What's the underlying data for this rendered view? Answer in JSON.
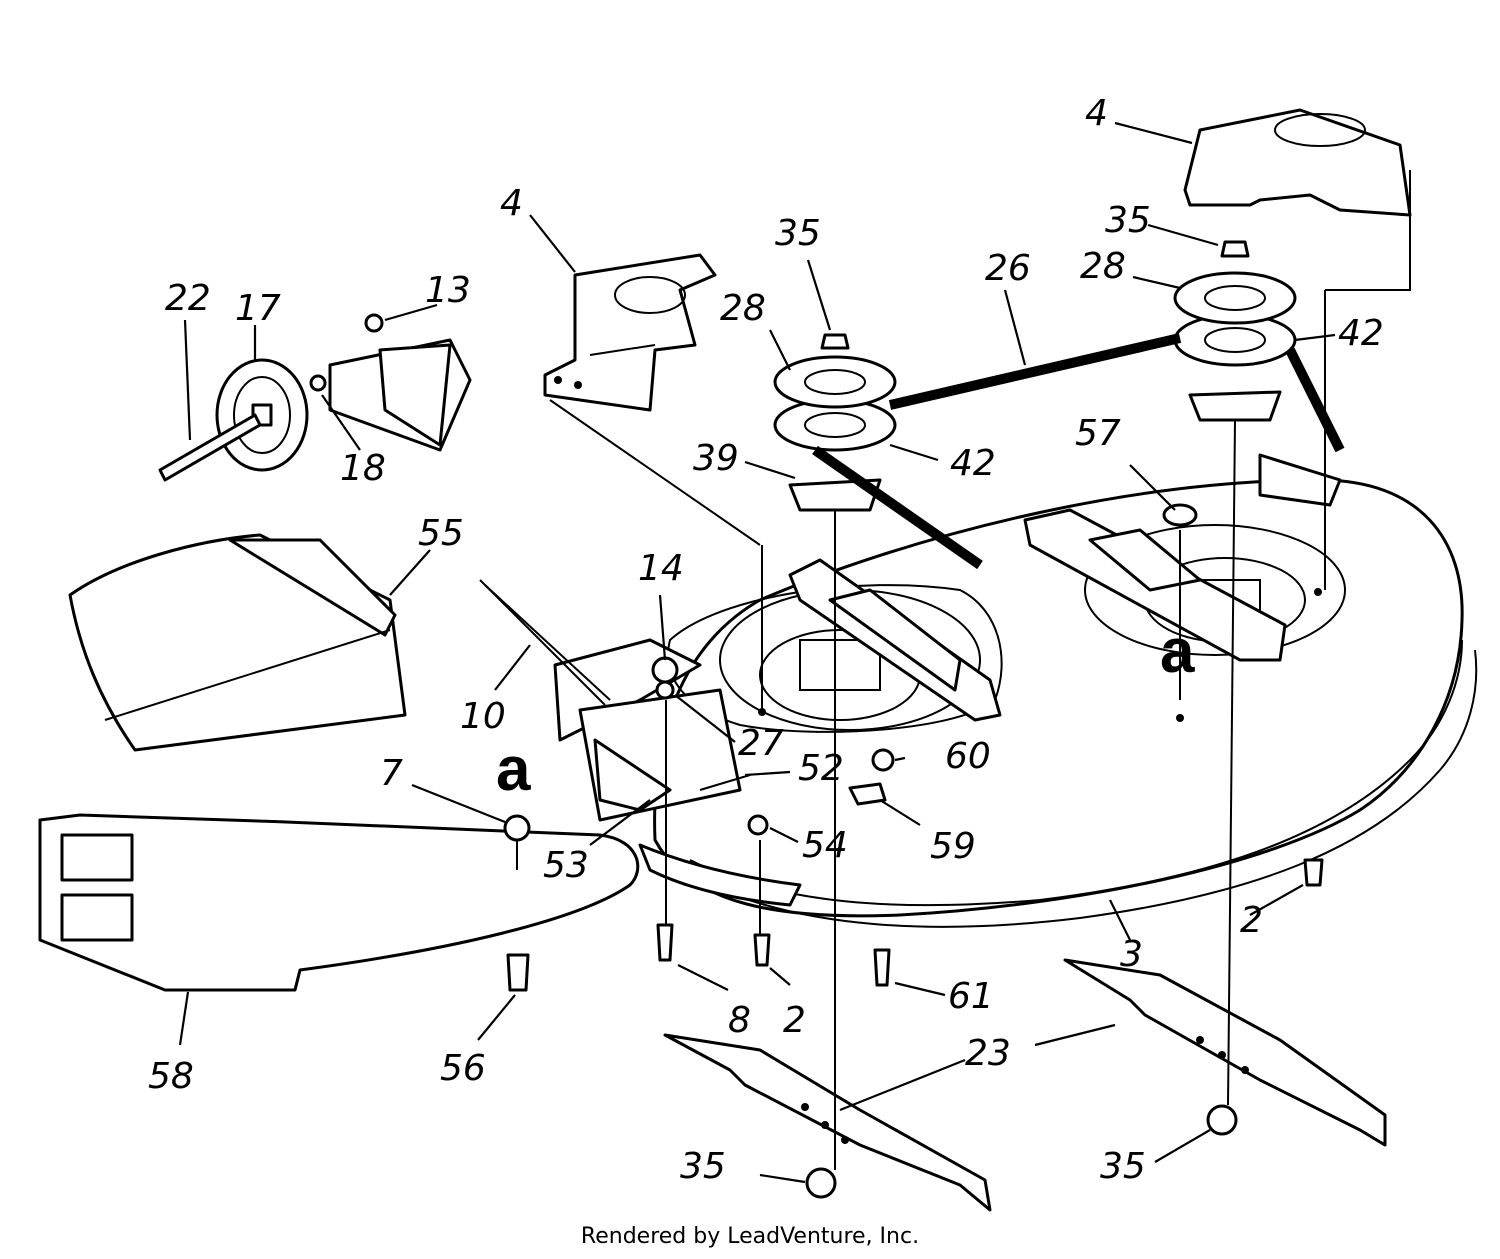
{
  "labels": [
    {
      "id": "l4a",
      "text": "4"
    },
    {
      "id": "l4b",
      "text": "4"
    },
    {
      "id": "l35a",
      "text": "35"
    },
    {
      "id": "l35b",
      "text": "35"
    },
    {
      "id": "l26",
      "text": "26"
    },
    {
      "id": "l28a",
      "text": "28"
    },
    {
      "id": "l28b",
      "text": "28"
    },
    {
      "id": "l42a",
      "text": "42"
    },
    {
      "id": "l42b",
      "text": "42"
    },
    {
      "id": "l39",
      "text": "39"
    },
    {
      "id": "l57",
      "text": "57"
    },
    {
      "id": "l22",
      "text": "22"
    },
    {
      "id": "l17",
      "text": "17"
    },
    {
      "id": "l13",
      "text": "13"
    },
    {
      "id": "l18",
      "text": "18"
    },
    {
      "id": "l55",
      "text": "55"
    },
    {
      "id": "l14",
      "text": "14"
    },
    {
      "id": "l10",
      "text": "10"
    },
    {
      "id": "l27",
      "text": "27"
    },
    {
      "id": "l52",
      "text": "52"
    },
    {
      "id": "l60",
      "text": "60"
    },
    {
      "id": "l7",
      "text": "7"
    },
    {
      "id": "l54",
      "text": "54"
    },
    {
      "id": "l59",
      "text": "59"
    },
    {
      "id": "l53",
      "text": "53"
    },
    {
      "id": "l2a",
      "text": "2"
    },
    {
      "id": "l3",
      "text": "3"
    },
    {
      "id": "l8",
      "text": "8"
    },
    {
      "id": "l2b",
      "text": "2"
    },
    {
      "id": "l61",
      "text": "61"
    },
    {
      "id": "l23",
      "text": "23"
    },
    {
      "id": "l58",
      "text": "58"
    },
    {
      "id": "l56",
      "text": "56"
    },
    {
      "id": "l35c",
      "text": "35"
    },
    {
      "id": "l35d",
      "text": "35"
    }
  ],
  "refs": {
    "left": "a",
    "right": "a"
  },
  "footer": "Rendered by LeadVenture, Inc."
}
